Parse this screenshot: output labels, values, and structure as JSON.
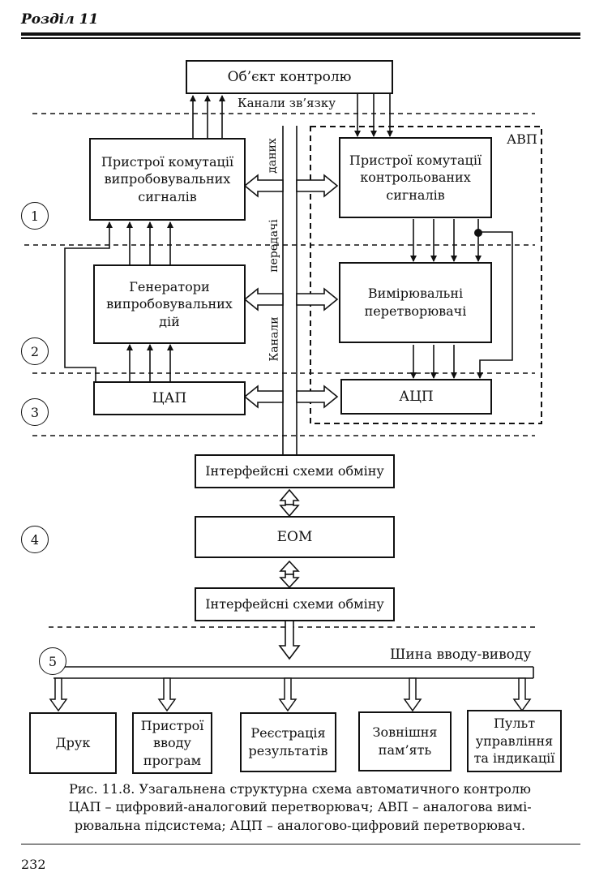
{
  "header": {
    "section": "Розділ 11"
  },
  "blocks": {
    "object": "Об’єкт контролю",
    "switch_test": "Пристрої комутації\nвипробовувальних\nсигналів",
    "switch_ctrl": "Пристрої комутації\nконтрольованих\nсигналів",
    "generators": "Генератори\nвипробовувальних\nдій",
    "measuring": "Вимірювальні\nперетворювачі",
    "dac": "ЦАП",
    "adc": "АЦП",
    "iface1": "Інтерфейсні схеми обміну",
    "computer": "ЕОМ",
    "iface2": "Інтерфейсні схеми обміну",
    "print": "Друк",
    "input": "Пристрої\nвводу\nпрограм",
    "registration": "Реєстрація\nрезультатів",
    "memory": "Зовнішня\nпам’ять",
    "console": "Пульт\nуправління\nта індикації"
  },
  "labels": {
    "channels_link": "Канали зв’язку",
    "data": "даних",
    "transfer": "передачі",
    "channels": "Канали",
    "avp": "АВП",
    "bus": "Шина вводу-виводу"
  },
  "levels": [
    "1",
    "2",
    "3",
    "4",
    "5"
  ],
  "caption": {
    "line1": "Рис. 11.8. Узагальнена структурна схема автоматичного контролю",
    "line2": "ЦАП – цифровий-аналоговий перетворювач; АВП – аналогова вимі-",
    "line3": "рювальна підсистема; АЦП – аналогово-цифровий перетворювач."
  },
  "page_number": "232"
}
